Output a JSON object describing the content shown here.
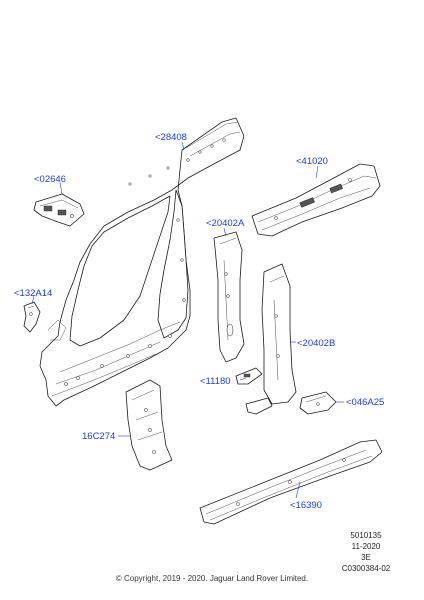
{
  "callouts": {
    "c28408": "<28408",
    "c02646": "<02646",
    "c41020": "<41020",
    "c20402a": "<20402A",
    "c132a14": "<132A14",
    "c20402b": "<20402B",
    "c11180": "<11180",
    "c046a25": "<046A25",
    "c16c274": "16C274",
    "c16390": "<16390"
  },
  "meta": {
    "ref1": "5010135",
    "date": "11-2020",
    "rev": "3E",
    "code": "C0300384-02"
  },
  "footer": {
    "copyright": "© Copyright, 2019 - 2020. Jaguar Land Rover Limited."
  },
  "colors": {
    "callout": "#1f3fc8",
    "line": "#1a1a1a"
  }
}
